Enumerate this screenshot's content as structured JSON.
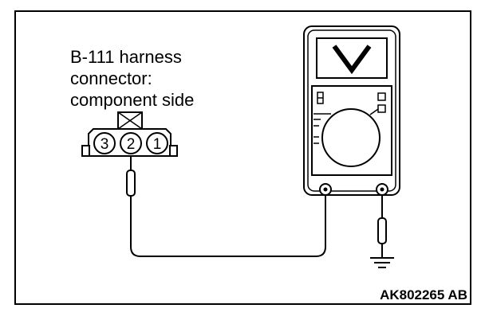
{
  "caption": {
    "line1": "B-111 harness",
    "line2": "connector:",
    "line3": "component side"
  },
  "connector": {
    "pins": [
      "3",
      "2",
      "1"
    ]
  },
  "figure_code": "AK802265 AB",
  "icons": {
    "meter": "multimeter-icon",
    "ground": "ground-symbol-icon",
    "probe": "probe-icon",
    "connector": "harness-connector-icon"
  }
}
